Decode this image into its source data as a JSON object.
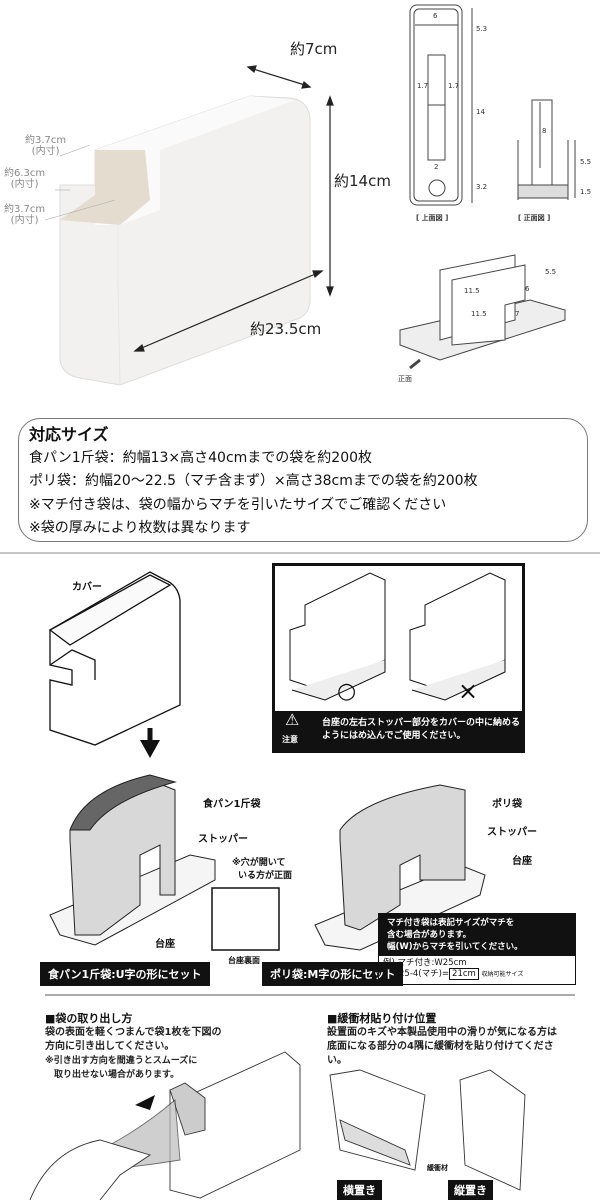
{
  "product_dims": {
    "depth": "約7cm",
    "height": "約14cm",
    "width": "約23.5cm",
    "inner": [
      {
        "value": "約3.7cm",
        "note": "(内寸)"
      },
      {
        "value": "約6.3cm",
        "note": "(内寸)"
      },
      {
        "value": "約3.7cm",
        "note": "(内寸)"
      }
    ]
  },
  "top_view": {
    "label": "[ 上面図 ]",
    "dims": [
      "6",
      "5.3",
      "1.7",
      "1.7",
      "14",
      "2",
      "3.2"
    ]
  },
  "front_view": {
    "label": "[ 正面図 ]",
    "dims": [
      "8",
      "5.5",
      "1.5"
    ]
  },
  "iso_view": {
    "dims": [
      "11.5",
      "11.5",
      "6",
      "5.5",
      "7"
    ],
    "front_label": "正面"
  },
  "size_info": {
    "title": "対応サイズ",
    "lines": [
      "食パン1斤袋：約幅13×高さ40cmまでの袋を約200枚",
      "ポリ袋：約幅20～22.5（マチ含まず）×高さ38cmまでの袋を約200枚",
      "※マチ付き袋は、袋の幅からマチを引いたサイズでご確認ください",
      "※袋の厚みにより枚数は異なります"
    ]
  },
  "cover_label": "カバー",
  "notice": {
    "ok": "○",
    "ng": "×",
    "caution": "注意",
    "text_1": "台座の左右ストッパー部分をカバーの中に納める",
    "text_2": "ようにはめ込んでご使用ください。"
  },
  "left_set": {
    "bag": "食パン1斤袋",
    "stopper": "ストッパー",
    "base": "台座",
    "caption": "食パン1斤袋:U字の形にセット"
  },
  "hole_note": {
    "line1": "※穴が開いて",
    "line2": "いる方が正面",
    "underside": "台座裏面"
  },
  "right_set": {
    "bag": "ポリ袋",
    "stopper": "ストッパー",
    "base": "台座",
    "caption": "ポリ袋:M字の形にセット"
  },
  "gusset_note": {
    "lines": [
      "マチ付き袋は表記サイズがマチを",
      "含む場合があります。",
      "幅(W)からマチを引いてください。"
    ],
    "example_1": "例) マチ付き:W25cm",
    "example_2a": "25-4(マチ)=",
    "example_result": "21cm",
    "example_tag": "収納可能サイズ"
  },
  "removal": {
    "title": "■袋の取り出し方",
    "lines": [
      "袋の表面を軽くつまんで袋1枚を下図の",
      "方向に引き出してください。",
      "※引き出す方向を間違うとスムーズに",
      "　取り出せない場合があります。"
    ]
  },
  "cushion": {
    "title": "■緩衝材貼り付け位置",
    "lines": [
      "設置面のキズや本製品使用中の滑りが気になる方は",
      "底面になる部分の4隅に緩衝材を貼り付けてくださ",
      "い。"
    ],
    "material": "緩衝材",
    "horizontal": "横置き",
    "vertical": "縦置き"
  }
}
